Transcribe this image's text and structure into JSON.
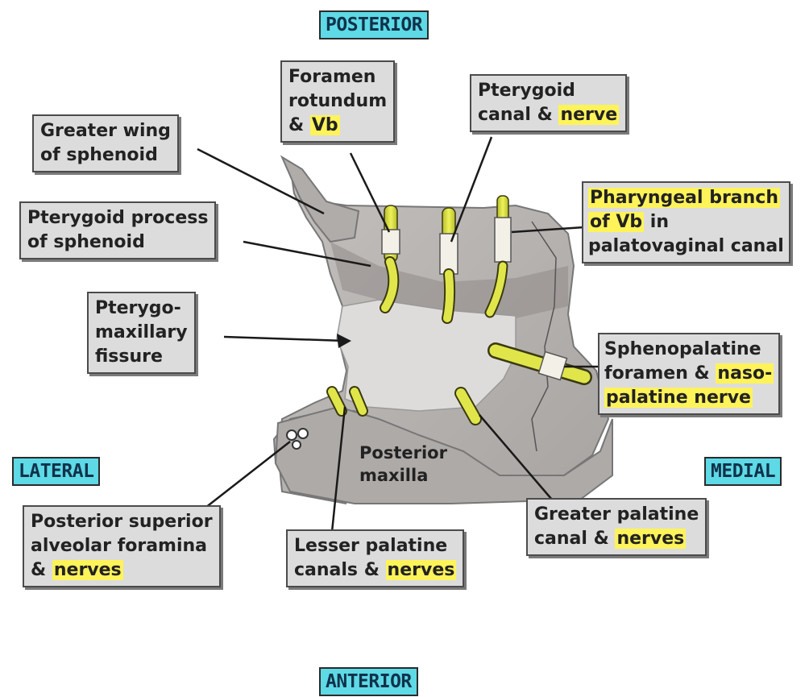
{
  "directions": {
    "posterior": "POSTERIOR",
    "anterior": "ANTERIOR",
    "lateral": "LATERAL",
    "medial": "MEDIAL"
  },
  "labels": {
    "greater_wing": {
      "line1": "Greater wing",
      "line2": "of sphenoid"
    },
    "foramen_rotundum": {
      "line1": "Foramen",
      "line2": "rotundum",
      "line3_plain": "& ",
      "line3_hl": "Vb"
    },
    "pterygoid_canal": {
      "line1": "Pterygoid",
      "line2_plain": "canal & ",
      "line2_hl": "nerve"
    },
    "pterygoid_process": {
      "line1": "Pterygoid process",
      "line2": "of sphenoid"
    },
    "pharyngeal_branch": {
      "line1": "Pharyngeal branch",
      "line2_hl": "of Vb",
      "line2_plain": " in",
      "line3": "palatovaginal canal"
    },
    "pterygomaxillary_fissure": {
      "line1": "Pterygo-",
      "line2": "maxillary",
      "line3": "fissure"
    },
    "sphenopalatine": {
      "line1": "Sphenopalatine",
      "line2_plain": "foramen & ",
      "line2_hl": "naso-",
      "line3_hl": "palatine nerve"
    },
    "posterior_maxilla": {
      "line1": "Posterior",
      "line2": "maxilla"
    },
    "posterior_superior_alveolar": {
      "line1": "Posterior superior",
      "line2": "alveolar foramina",
      "line3_plain": "& ",
      "line3_hl": "nerves"
    },
    "lesser_palatine": {
      "line1": "Lesser palatine",
      "line2_plain": "canals & ",
      "line2_hl": "nerves"
    },
    "greater_palatine": {
      "line1": "Greater palatine",
      "line2_plain": "canal & ",
      "line2_hl": "nerves"
    }
  },
  "colors": {
    "bone": "#b9b5b3",
    "bone_dark": "#8f8b89",
    "fossa": "#dedcdb",
    "nerve": "#e0e64a",
    "nerve_dark": "#2f2f10",
    "label_bg": "#dcdcdc",
    "highlight": "#fff35a",
    "direction_bg": "#5ed9e6"
  }
}
